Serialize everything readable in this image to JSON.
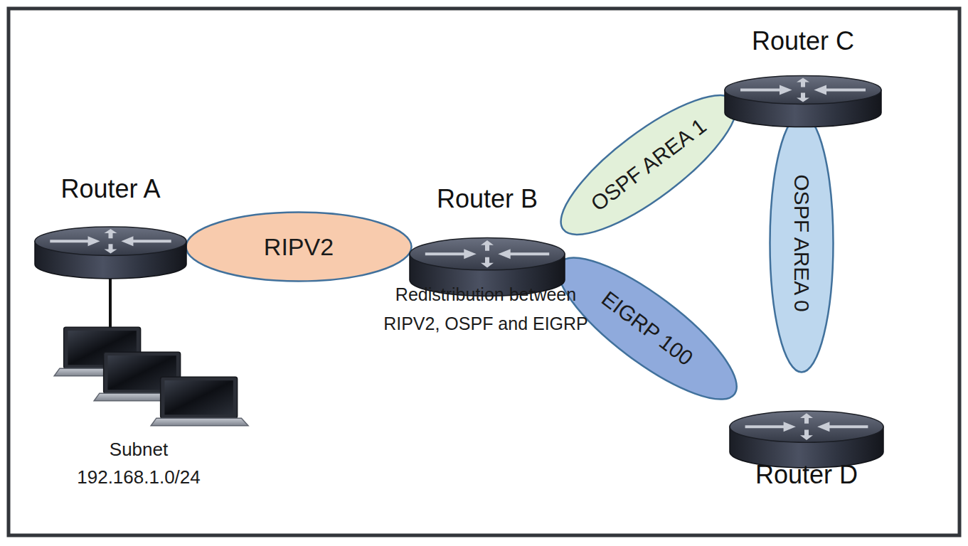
{
  "diagram": {
    "nodes": [
      {
        "text": [
          "Router A"
        ]
      },
      {
        "text": [
          "RIPV2"
        ]
      },
      {
        "text": [
          "Router B"
        ]
      },
      {
        "text": [
          "OSPF AREA 1"
        ]
      },
      {
        "text": [
          "Router C"
        ]
      },
      {
        "text": [
          "OSPF AREA 0"
        ]
      },
      {
        "text": [
          "EIGRP 100"
        ]
      },
      {
        "text": [
          "Router D"
        ]
      }
    ],
    "labels": [
      "Redistribution between RIPV2, OSPF and EIGRP",
      "Subnet 192.168.1.0/24"
    ]
  }
}
